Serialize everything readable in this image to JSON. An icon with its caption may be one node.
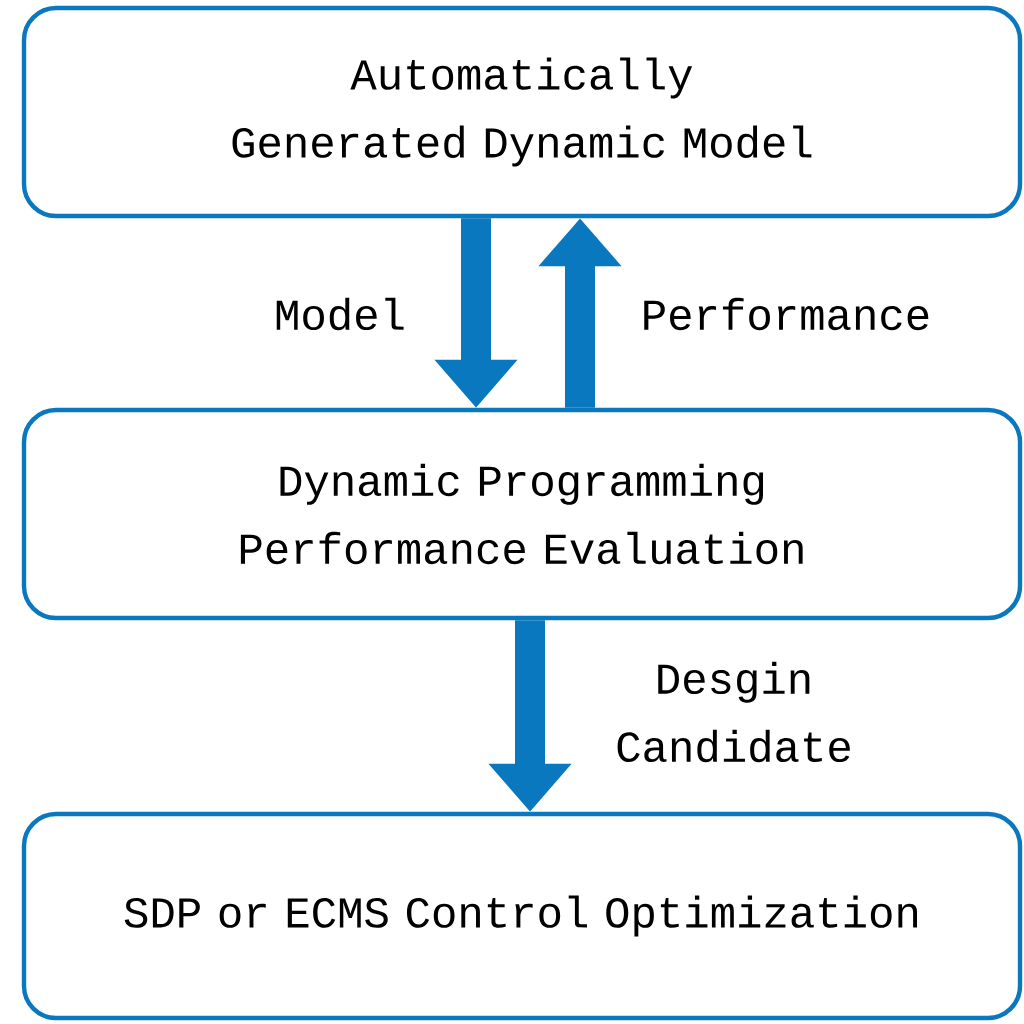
{
  "diagram": {
    "nodes": [
      {
        "text": [
          "Automatically Generated Dynamic Model"
        ]
      },
      {
        "text": [
          "Dynamic Programming Performance Evaluation"
        ]
      },
      {
        "text": [
          "SDP or ECMS Control Optimization"
        ]
      }
    ],
    "edges": [
      {
        "from": 0,
        "to": 1,
        "arrow": "to",
        "label": "Model"
      },
      {
        "from": 1,
        "to": 0,
        "arrow": "to",
        "label": "Performance"
      },
      {
        "from": 1,
        "to": 2,
        "arrow": "to",
        "label": "Desgin Candidate"
      }
    ]
  }
}
